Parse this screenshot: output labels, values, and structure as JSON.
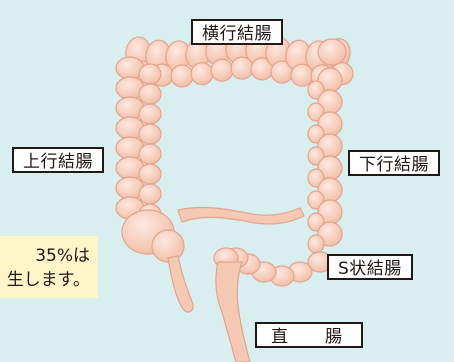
{
  "labels": {
    "transverse": "横行結腸",
    "ascending": "上行結腸",
    "descending": "下行結腸",
    "sigmoid": "S状結腸",
    "rectum": "直　腸"
  },
  "note": {
    "line1": "35%は",
    "line2": "生します。"
  },
  "colors": {
    "background": "#d9eeee",
    "colon_fill": "#f8d2c0",
    "colon_outline": "#e2a48c",
    "note_bg": "#fff5c8"
  }
}
